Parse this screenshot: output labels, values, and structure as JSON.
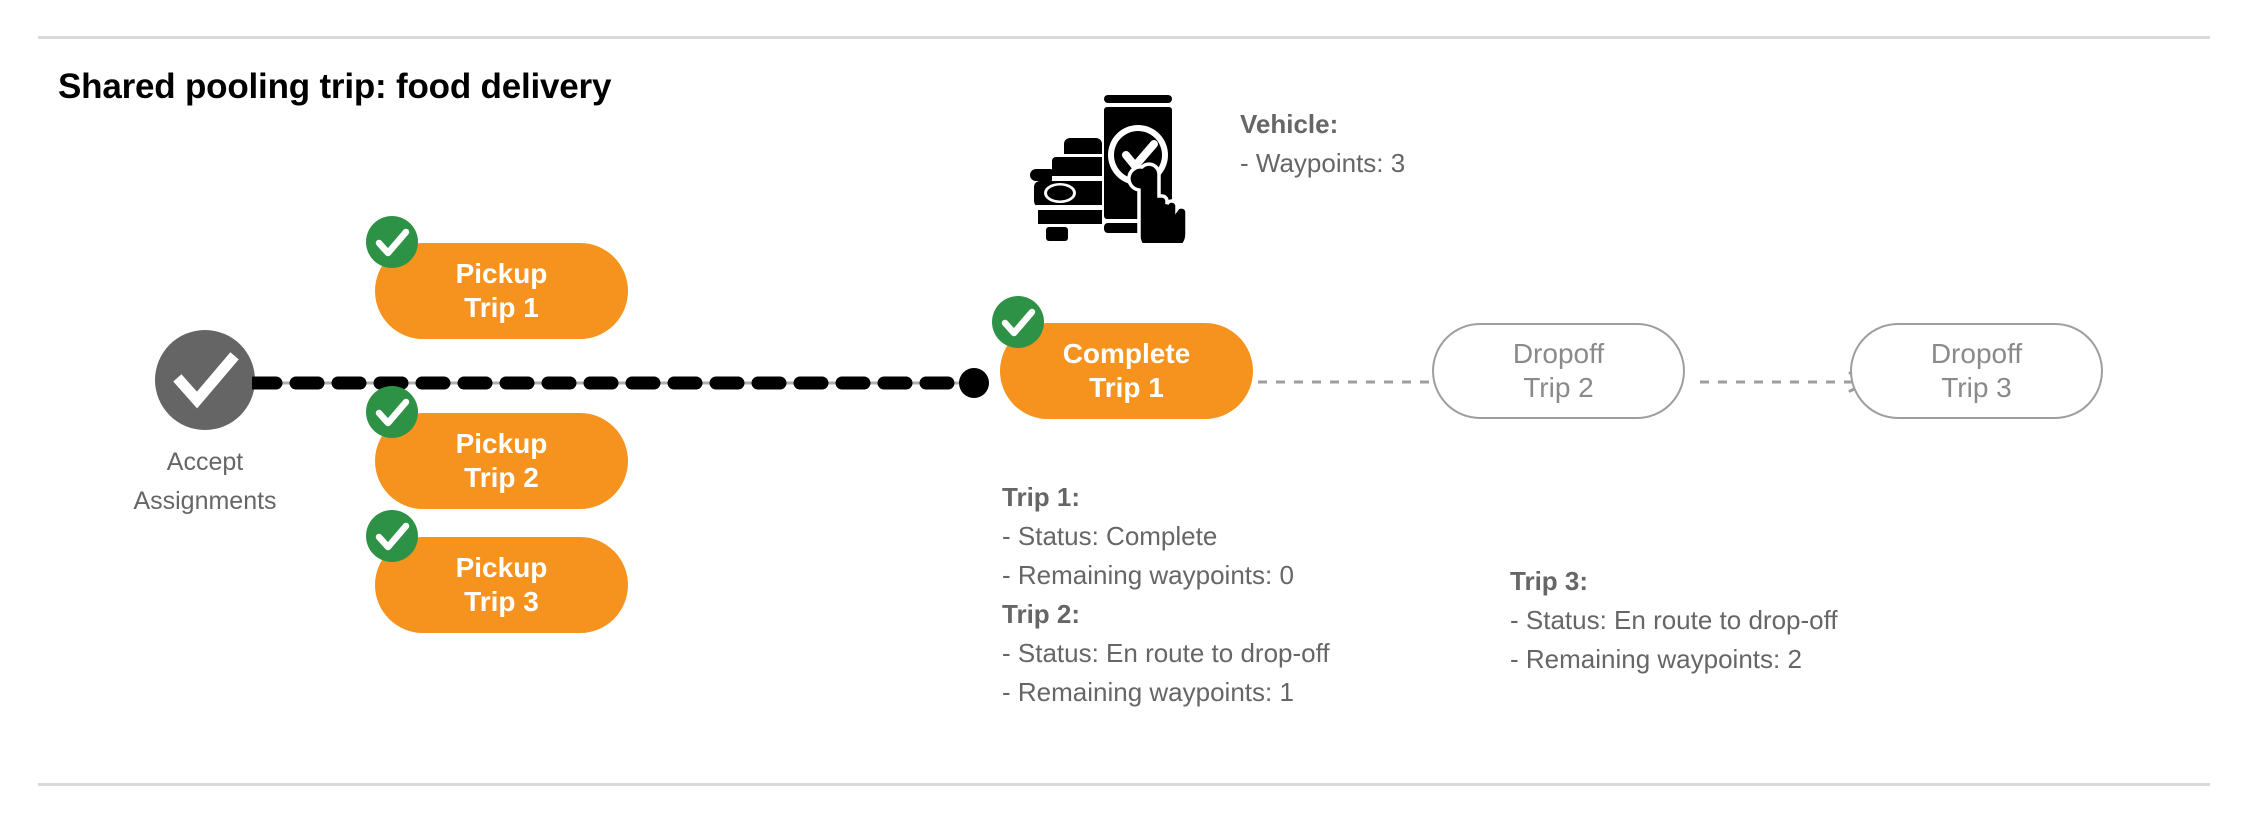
{
  "page": {
    "title": "Shared pooling trip: food delivery"
  },
  "colors": {
    "pill_orange": "#F5931E",
    "badge_green": "#2E9246",
    "accept_gray": "#656565",
    "text_gray": "#666666",
    "outline_gray": "#9e9e9e",
    "rule_gray": "#d9d9d9",
    "icon_black": "#000000"
  },
  "vehicle": {
    "icon": "car-phone-checkmark-tap-icon",
    "heading": "Vehicle:",
    "detail": "- Waypoints: 3"
  },
  "start_node": {
    "icon": "check-circle-icon",
    "label_line1": "Accept",
    "label_line2": "Assignments"
  },
  "nodes": [
    {
      "id": "pickup-1",
      "line1": "Pickup",
      "line2": "Trip 1",
      "state": "done",
      "badge": "check-badge-icon"
    },
    {
      "id": "pickup-2",
      "line1": "Pickup",
      "line2": "Trip 2",
      "state": "done",
      "badge": "check-badge-icon"
    },
    {
      "id": "pickup-3",
      "line1": "Pickup",
      "line2": "Trip 3",
      "state": "done",
      "badge": "check-badge-icon"
    },
    {
      "id": "complete-1",
      "line1": "Complete",
      "line2": "Trip 1",
      "state": "done",
      "badge": "check-badge-icon"
    },
    {
      "id": "dropoff-2",
      "line1": "Dropoff",
      "line2": "Trip 2",
      "state": "pending",
      "badge": null
    },
    {
      "id": "dropoff-3",
      "line1": "Dropoff",
      "line2": "Trip 3",
      "state": "pending",
      "badge": null
    }
  ],
  "trip_info_left": {
    "trip1_heading": "Trip 1:",
    "trip1_status": "- Status:  Complete",
    "trip1_waypoints": "- Remaining waypoints: 0",
    "trip2_heading": "Trip 2:",
    "trip2_status": "- Status:  En route to drop-off",
    "trip2_waypoints": "- Remaining waypoints: 1"
  },
  "trip_info_right": {
    "trip3_heading": "Trip 3:",
    "trip3_status": "- Status:  En route to drop-off",
    "trip3_waypoints": "- Remaining waypoints: 2"
  }
}
